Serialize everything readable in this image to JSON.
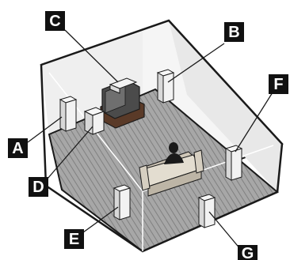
{
  "diagram": {
    "labels": {
      "A": "A",
      "B": "B",
      "C": "C",
      "D": "D",
      "E": "E",
      "F": "F",
      "G": "G"
    },
    "colors": {
      "floor": "#a7a7a7",
      "floor_stripe": "#8a8a8a",
      "wall": "#ececec",
      "outline": "#1a1a1a",
      "badge_bg": "#111111",
      "badge_text": "#ffffff",
      "speaker": "#f2f2f2",
      "tv_stand": "#5a3a28",
      "sofa": "#d9d2c4"
    }
  }
}
